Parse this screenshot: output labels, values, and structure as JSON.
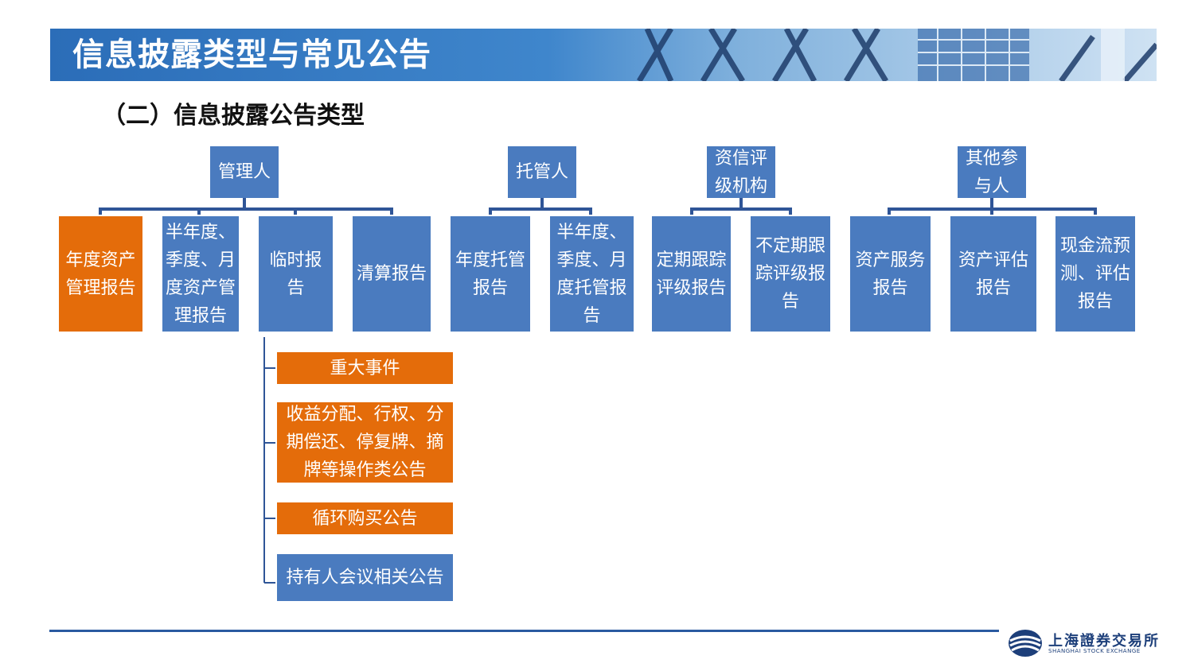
{
  "title": "信息披露类型与常见公告",
  "subtitle": "（二）信息披露公告类型",
  "categories": [
    {
      "lines": [
        "管理人"
      ]
    },
    {
      "lines": [
        "托管人"
      ]
    },
    {
      "lines": [
        "资信评",
        "级机构"
      ]
    },
    {
      "lines": [
        "其他参",
        "与人"
      ]
    }
  ],
  "reports": [
    {
      "lines": [
        "年度资产",
        "管理报告"
      ],
      "highlight": true
    },
    {
      "lines": [
        "半年度、",
        "季度、月",
        "度资产管",
        "理报告"
      ]
    },
    {
      "lines": [
        "临时报告"
      ]
    },
    {
      "lines": [
        "清算报告"
      ]
    },
    {
      "lines": [
        "年度托管",
        "报告"
      ]
    },
    {
      "lines": [
        "半年度、",
        "季度、月",
        "度托管报",
        "告"
      ]
    },
    {
      "lines": [
        "定期跟踪",
        "评级报告"
      ]
    },
    {
      "lines": [
        "不定期跟",
        "踪评级报",
        "告"
      ]
    },
    {
      "lines": [
        "资产服务",
        "报告"
      ]
    },
    {
      "lines": [
        "资产评估",
        "报告"
      ]
    },
    {
      "lines": [
        "现金流预",
        "测、评估",
        "报告"
      ]
    }
  ],
  "temp_items": [
    {
      "lines": [
        "重大事件"
      ],
      "highlight": true
    },
    {
      "lines": [
        "收益分配、行权、分",
        "期偿还、停复牌、摘",
        "牌等操作类公告"
      ],
      "highlight": true
    },
    {
      "lines": [
        "循环购买公告"
      ],
      "highlight": true
    },
    {
      "lines": [
        "持有人会议相关公告"
      ],
      "highlight": false
    }
  ],
  "logo": {
    "cn": "上海證券交易所",
    "en": "SHANGHAI STOCK EXCHANGE"
  },
  "colors": {
    "box_blue": "#4a7bbf",
    "box_orange": "#e46c0a",
    "title_blue": "#2b6db8",
    "connector": "#2f5597"
  }
}
